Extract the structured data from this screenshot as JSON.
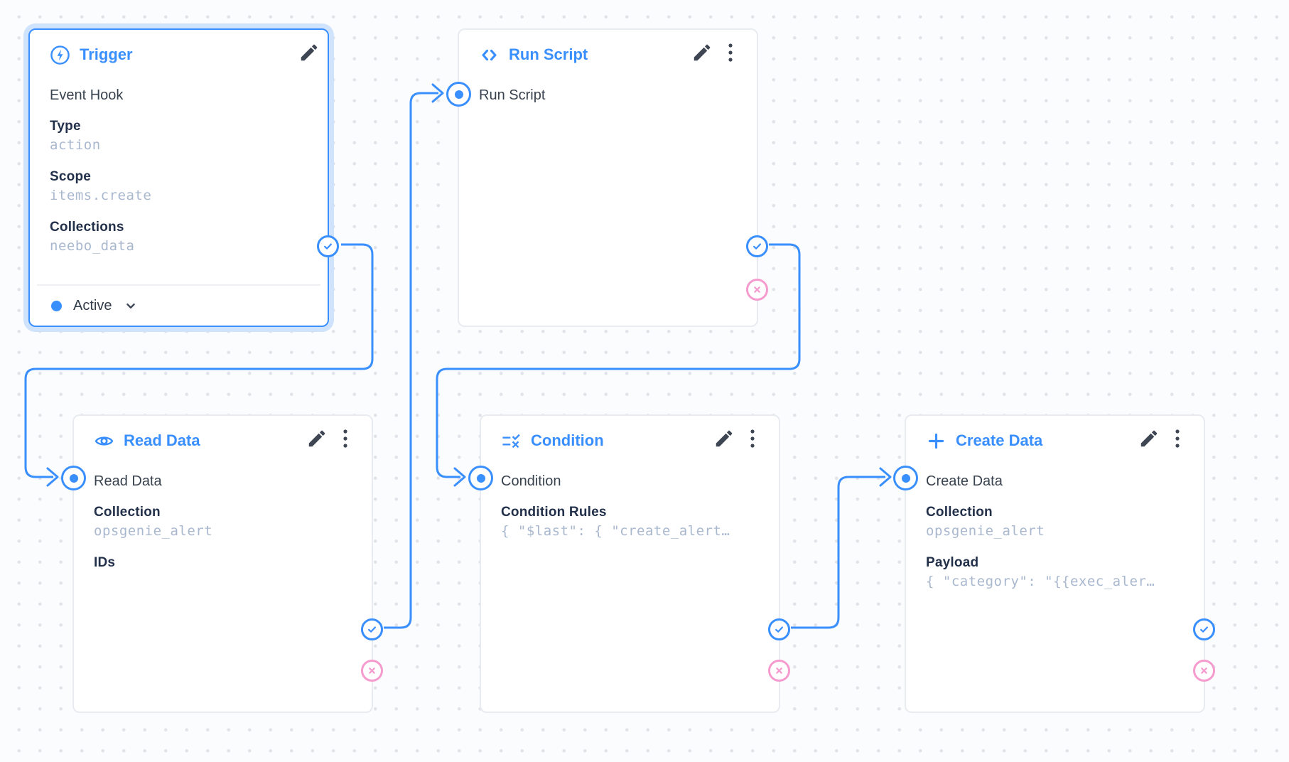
{
  "canvas": {
    "accent_blue": "#3a8ffe",
    "reject_pink": "#f59bce",
    "background": "#fbfcfd",
    "dot_color": "#e0e4e9",
    "value_color": "#a9b8ce"
  },
  "nodes": [
    {
      "key": "trigger",
      "title": "Trigger",
      "icon": "bolt-circle-icon",
      "subtitle": "Event Hook",
      "fields": [
        {
          "label": "Type",
          "value": "action"
        },
        {
          "label": "Scope",
          "value": "items.create"
        },
        {
          "label": "Collections",
          "value": "neebo_data"
        }
      ],
      "status": {
        "label": "Active"
      }
    },
    {
      "key": "run-script",
      "title": "Run Script",
      "icon": "code-icon",
      "input_label": "Run Script"
    },
    {
      "key": "read-data",
      "title": "Read Data",
      "icon": "eye-icon",
      "input_label": "Read Data",
      "fields": [
        {
          "label": "Collection",
          "value": "opsgenie_alert"
        },
        {
          "label": "IDs",
          "value": ""
        }
      ]
    },
    {
      "key": "condition",
      "title": "Condition",
      "icon": "rule-icon",
      "input_label": "Condition",
      "fields": [
        {
          "label": "Condition Rules",
          "value": "{ \"$last\": { \"create_alert…"
        }
      ]
    },
    {
      "key": "create-data",
      "title": "Create Data",
      "icon": "plus-icon",
      "input_label": "Create Data",
      "fields": [
        {
          "label": "Collection",
          "value": "opsgenie_alert"
        },
        {
          "label": "Payload",
          "value": "{ \"category\": \"{{exec_aler…"
        }
      ]
    }
  ],
  "edges": [
    {
      "from": "trigger",
      "port": "resolve",
      "to": "read-data"
    },
    {
      "from": "read-data",
      "port": "resolve",
      "to": "run-script"
    },
    {
      "from": "run-script",
      "port": "resolve",
      "to": "condition"
    },
    {
      "from": "condition",
      "port": "resolve",
      "to": "create-data"
    }
  ]
}
